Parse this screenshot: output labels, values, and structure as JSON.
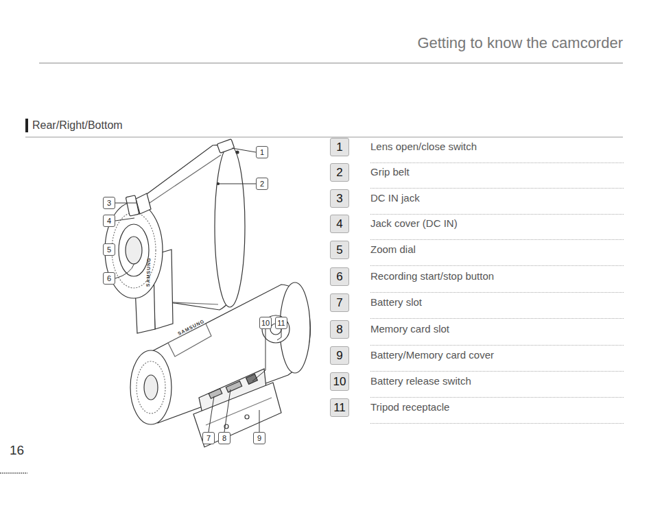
{
  "diagram": {
    "title": "Getting to know the camcorder",
    "nodes": [
      {
        "text": [
          "1"
        ]
      },
      {
        "text": [
          "2"
        ]
      },
      {
        "text": [
          "3"
        ]
      },
      {
        "text": [
          "4"
        ]
      },
      {
        "text": [
          "5"
        ]
      },
      {
        "text": [
          "6"
        ]
      },
      {
        "text": [
          "10"
        ]
      },
      {
        "text": [
          "11"
        ]
      },
      {
        "text": [
          "7"
        ]
      },
      {
        "text": [
          "8"
        ]
      },
      {
        "text": [
          "9"
        ]
      },
      {
        "text": [
          "1",
          "Lens open/close switch"
        ]
      },
      {
        "text": [
          "2",
          "Grip belt"
        ]
      },
      {
        "text": [
          "3",
          "DC IN jack"
        ]
      },
      {
        "text": [
          "4",
          "Jack cover (DC IN)"
        ]
      },
      {
        "text": [
          "5",
          "Zoom dial"
        ]
      },
      {
        "text": [
          "6",
          "Recording start/stop button"
        ]
      },
      {
        "text": [
          "7",
          "Battery slot"
        ]
      },
      {
        "text": [
          "8",
          "Memory card slot"
        ]
      },
      {
        "text": [
          "9",
          "Battery/Memory card cover"
        ]
      },
      {
        "text": [
          "10",
          "Battery release switch"
        ]
      },
      {
        "text": [
          "11",
          "Tripod receptacle"
        ]
      }
    ],
    "labels": [
      "Rear/Right/Bottom",
      "16",
      "SAMSUNG",
      "SAMSUNG"
    ]
  }
}
